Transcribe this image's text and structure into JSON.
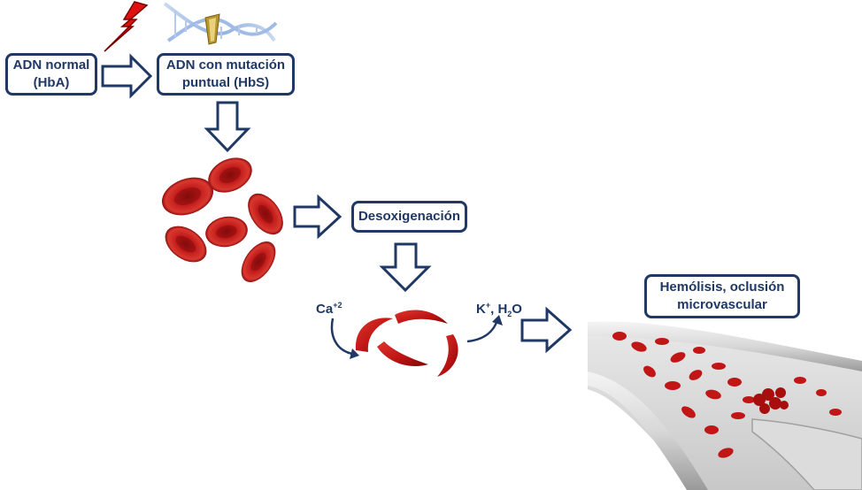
{
  "boxes": {
    "normal_dna": "ADN normal\n(HbA)",
    "mutated_dna": "ADN con mutación\npuntual (HbS)",
    "deoxygenation": "Desoxigenación",
    "outcome": "Hemólisis, oclusión\nmicrovascular"
  },
  "ions": {
    "calcium": "Ca",
    "calcium_charge": "+2",
    "potassium": "K",
    "potassium_charge": "+",
    "water_prefix": ", H",
    "water_subscript": "2",
    "water_suffix": "O"
  },
  "colors": {
    "box_border": "#1f3864",
    "text": "#1f3864",
    "rbc": "#b51515",
    "lightning": "#e01010"
  },
  "icons": [
    "lightning-icon",
    "dna-helix-icon",
    "red-blood-cells-image",
    "sickle-cells-image",
    "blood-vessel-image"
  ]
}
